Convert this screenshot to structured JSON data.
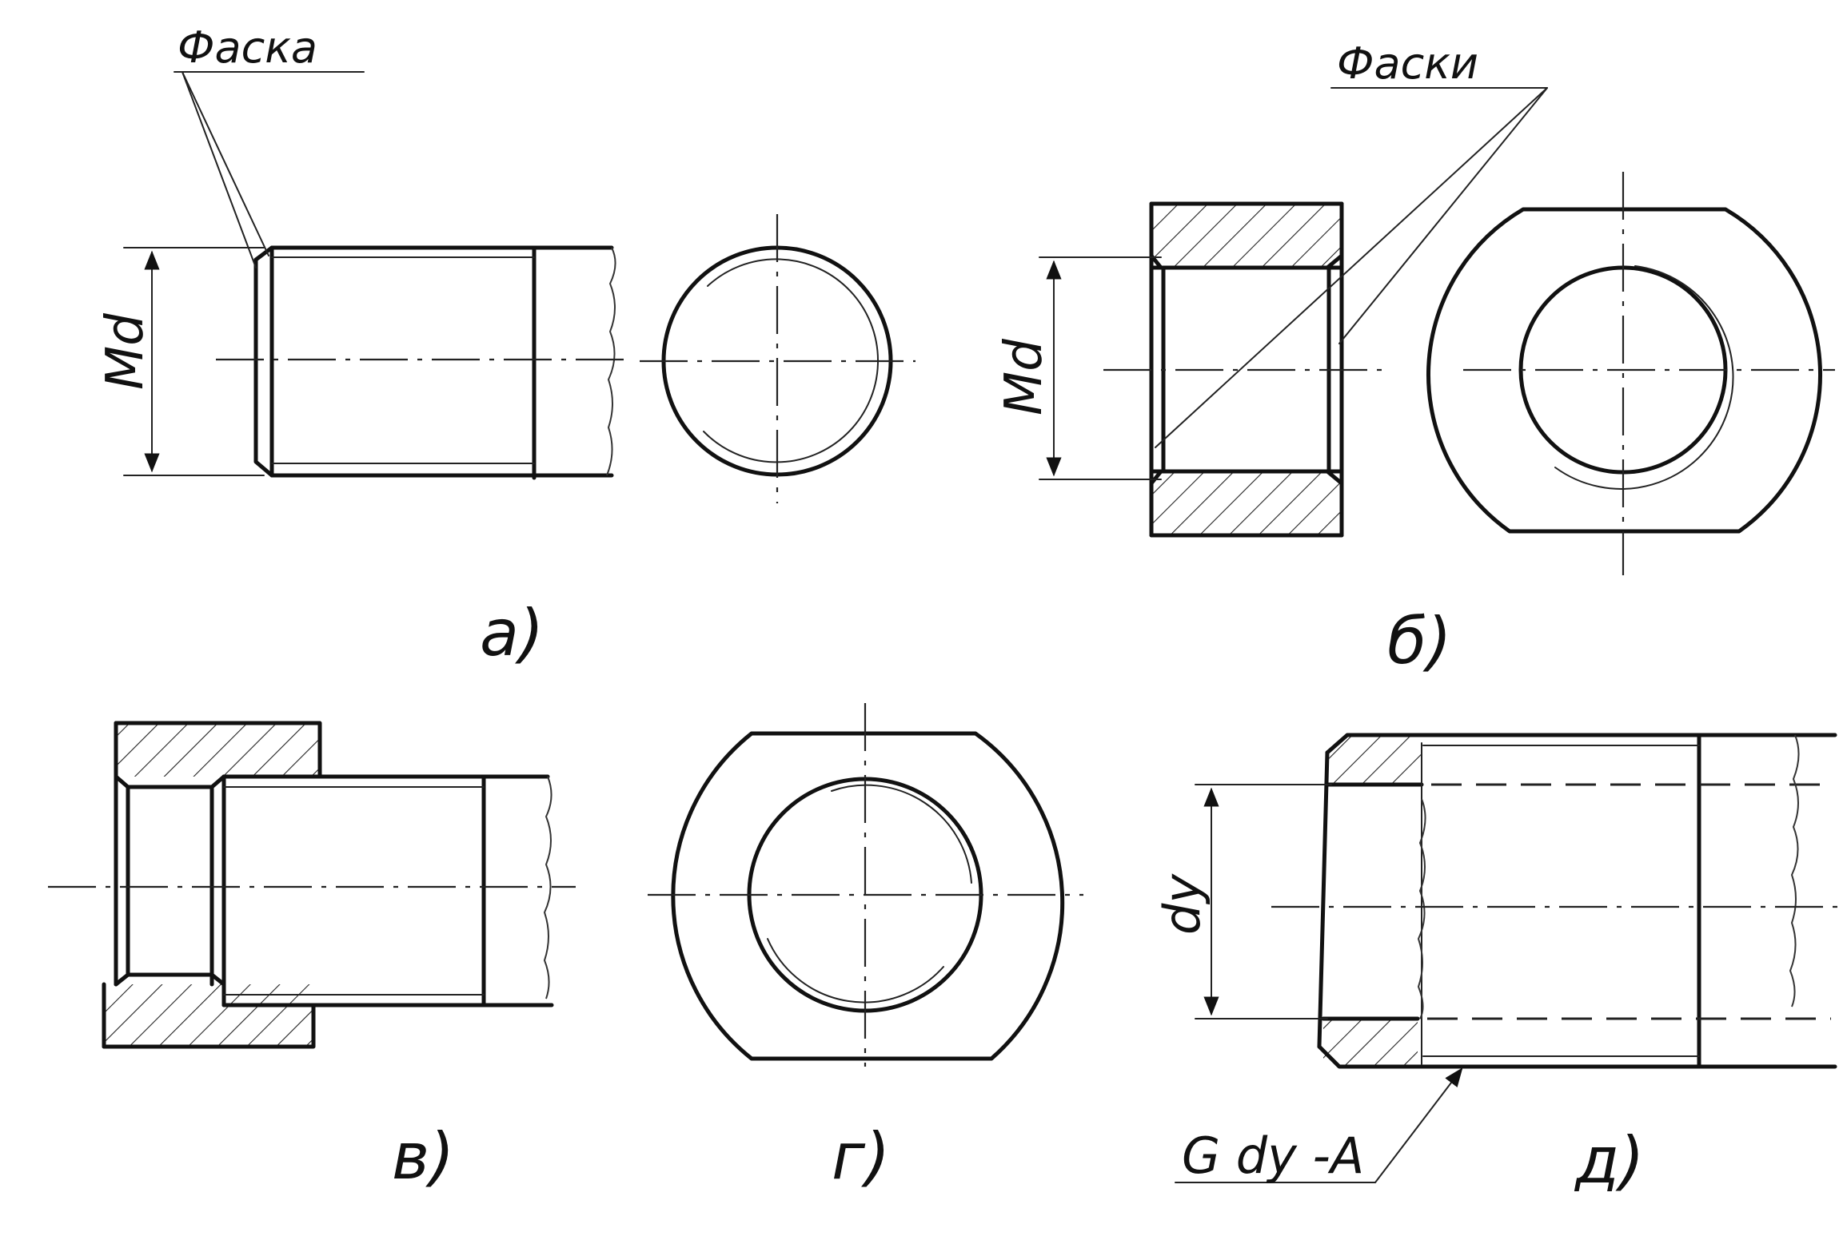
{
  "labels": {
    "chamfer_single": "Фаска",
    "chamfer_plural": "Фаски",
    "dim_a": "Md",
    "dim_b": "Md",
    "dim_d": "dy",
    "thread_designation": "G dy -A"
  },
  "captions": {
    "a": "a)",
    "b": "б)",
    "v": "в)",
    "g": "г)",
    "d": "д)"
  },
  "colors": {
    "ink": "#111111",
    "paper": "#ffffff"
  }
}
